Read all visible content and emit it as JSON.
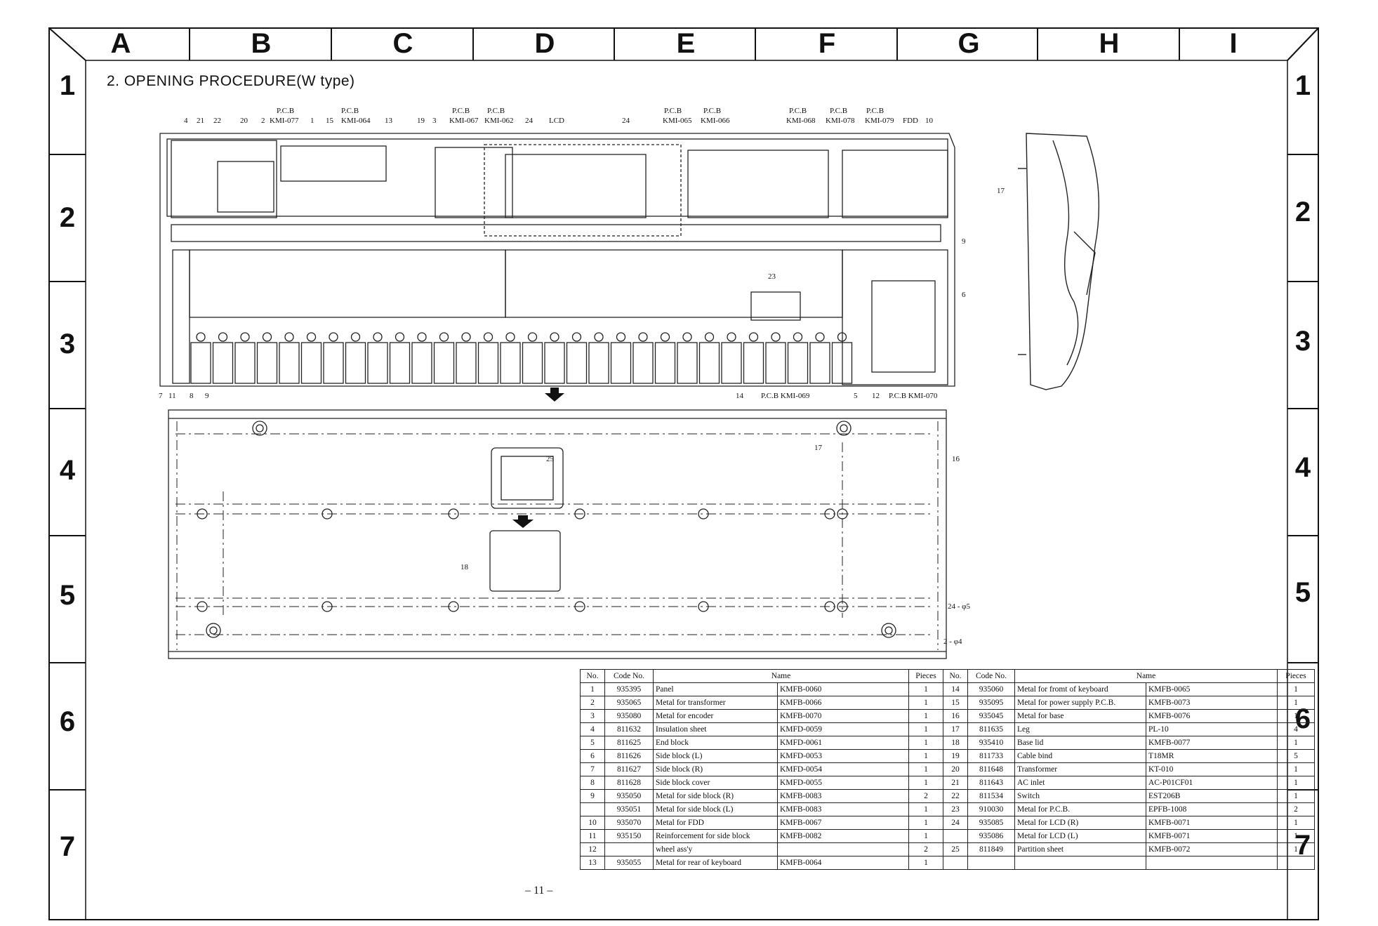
{
  "column_headers": [
    "A",
    "B",
    "C",
    "D",
    "E",
    "F",
    "G",
    "H",
    "I"
  ],
  "row_numbers": [
    "1",
    "2",
    "3",
    "4",
    "5",
    "6",
    "7"
  ],
  "section_title": "2.   OPENING PROCEDURE(W type)",
  "page_number": "– 11 –",
  "callouts_top": [
    {
      "id": "c4",
      "text": "4"
    },
    {
      "id": "c21",
      "text": "21"
    },
    {
      "id": "c22",
      "text": "22"
    },
    {
      "id": "c20",
      "text": "20"
    },
    {
      "id": "c2",
      "text": "2"
    },
    {
      "id": "pcb077",
      "text": "P.C.B"
    },
    {
      "id": "kmi077",
      "text": "KMI-077"
    },
    {
      "id": "c1",
      "text": "1"
    },
    {
      "id": "c15",
      "text": "15"
    },
    {
      "id": "pcb064",
      "text": "P.C.B"
    },
    {
      "id": "kmi064",
      "text": "KMI-064"
    },
    {
      "id": "c13",
      "text": "13"
    },
    {
      "id": "c19",
      "text": "19"
    },
    {
      "id": "c3",
      "text": "3"
    },
    {
      "id": "pcb067",
      "text": "P.C.B"
    },
    {
      "id": "kmi067",
      "text": "KMI-067"
    },
    {
      "id": "pcb062",
      "text": "P.C.B"
    },
    {
      "id": "kmi062",
      "text": "KMI-062"
    },
    {
      "id": "c24a",
      "text": "24"
    },
    {
      "id": "lcd",
      "text": "LCD"
    },
    {
      "id": "c24b",
      "text": "24"
    },
    {
      "id": "pcb065",
      "text": "P.C.B"
    },
    {
      "id": "kmi065",
      "text": "KMI-065"
    },
    {
      "id": "pcb066",
      "text": "P.C.B"
    },
    {
      "id": "kmi066",
      "text": "KMI-066"
    },
    {
      "id": "pcb068",
      "text": "P.C.B"
    },
    {
      "id": "kmi068",
      "text": "KMI-068"
    },
    {
      "id": "pcb078",
      "text": "P.C.B"
    },
    {
      "id": "kmi078",
      "text": "KMI-078"
    },
    {
      "id": "pcb079",
      "text": "P.C.B"
    },
    {
      "id": "kmi079",
      "text": "KMI-079"
    },
    {
      "id": "fdd",
      "text": "FDD"
    },
    {
      "id": "c10",
      "text": "10"
    },
    {
      "id": "c17a",
      "text": "17"
    },
    {
      "id": "c9a",
      "text": "9"
    },
    {
      "id": "c6",
      "text": "6"
    },
    {
      "id": "c23",
      "text": "23"
    },
    {
      "id": "c7",
      "text": "7"
    },
    {
      "id": "c11",
      "text": "11"
    },
    {
      "id": "c8",
      "text": "8"
    },
    {
      "id": "c9b",
      "text": "9"
    },
    {
      "id": "c14",
      "text": "14"
    },
    {
      "id": "kmi069",
      "text": "P.C.B KMI-069"
    },
    {
      "id": "c5",
      "text": "5"
    },
    {
      "id": "c12",
      "text": "12"
    },
    {
      "id": "kmi070",
      "text": "P.C.B KMI-070"
    },
    {
      "id": "c17b",
      "text": "17"
    },
    {
      "id": "c25",
      "text": "25"
    },
    {
      "id": "c16",
      "text": "16"
    },
    {
      "id": "c18",
      "text": "18"
    },
    {
      "id": "h24",
      "text": "24 - φ5"
    },
    {
      "id": "h2",
      "text": "2 - φ4"
    }
  ],
  "parts_table": {
    "headers": [
      "No.",
      "Code No.",
      "Name",
      "Pieces",
      "No.",
      "Code No.",
      "Name",
      "Pieces"
    ],
    "rows": [
      [
        "1",
        "935395",
        "Panel",
        "KMFB-0060",
        "1",
        "14",
        "935060",
        "Metal for fromt of keyboard",
        "KMFB-0065",
        "1"
      ],
      [
        "2",
        "935065",
        "Metal for transformer",
        "KMFB-0066",
        "1",
        "15",
        "935095",
        "Metal for power supply P.C.B.",
        "KMFB-0073",
        "1"
      ],
      [
        "3",
        "935080",
        "Metal for encoder",
        "KMFB-0070",
        "1",
        "16",
        "935045",
        "Metal for base",
        "KMFB-0076",
        "1"
      ],
      [
        "4",
        "811632",
        "Insulation sheet",
        "KMFD-0059",
        "1",
        "17",
        "811635",
        "Leg",
        "PL-10",
        "4"
      ],
      [
        "5",
        "811625",
        "End block",
        "KMFD-0061",
        "1",
        "18",
        "935410",
        "Base lid",
        "KMFB-0077",
        "1"
      ],
      [
        "6",
        "811626",
        "Side block (L)",
        "KMFD-0053",
        "1",
        "19",
        "811733",
        "Cable bind",
        "T18MR",
        "5"
      ],
      [
        "7",
        "811627",
        "Side block (R)",
        "KMFD-0054",
        "1",
        "20",
        "811648",
        "Transformer",
        "KT-010",
        "1"
      ],
      [
        "8",
        "811628",
        "Side block cover",
        "KMFD-0055",
        "1",
        "21",
        "811643",
        "AC inlet",
        "AC-P01CF01",
        "1"
      ],
      [
        "9",
        "935050",
        "Metal for side block (R)",
        "KMFB-0083",
        "2",
        "22",
        "811534",
        "Switch",
        "EST206B",
        "1"
      ],
      [
        "",
        "935051",
        "Metal for side block (L)",
        "KMFB-0083",
        "1",
        "23",
        "910030",
        "Metal for P.C.B.",
        "EPFB-1008",
        "2"
      ],
      [
        "10",
        "935070",
        "Metal for FDD",
        "KMFB-0067",
        "1",
        "24",
        "935085",
        "Metal for LCD (R)",
        "KMFB-0071",
        "1"
      ],
      [
        "11",
        "935150",
        "Reinforcement for side block",
        "KMFB-0082",
        "1",
        "",
        "935086",
        "Metal for LCD (L)",
        "KMFB-0071",
        "1"
      ],
      [
        "12",
        "",
        "wheel ass'y",
        "",
        "2",
        "25",
        "811849",
        "Partition sheet",
        "KMFB-0072",
        "1"
      ],
      [
        "13",
        "935055",
        "Metal for rear of keyboard",
        "KMFB-0064",
        "1",
        "",
        "",
        "",
        "",
        ""
      ]
    ]
  }
}
